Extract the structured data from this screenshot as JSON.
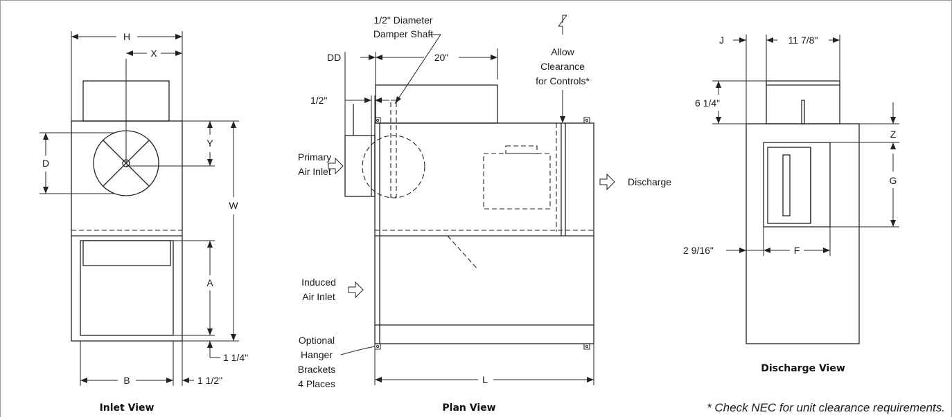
{
  "views": {
    "inlet": {
      "title": "Inlet View",
      "dims": {
        "H": "H",
        "X": "X",
        "Y": "Y",
        "D": "D",
        "W": "W",
        "A": "A",
        "B": "B",
        "one_quarter": "1 1/4\"",
        "one_half": "1 1/2\""
      }
    },
    "plan": {
      "title": "Plan View",
      "dims": {
        "DD": "DD",
        "twenty": "20\"",
        "half": "1/2\"",
        "L": "L"
      },
      "labels": {
        "damper_1": "1/2\" Diameter",
        "damper_2": "Damper Shaft",
        "allow_1": "Allow",
        "allow_2": "Clearance",
        "allow_3": "for Controls*",
        "primary_1": "Primary",
        "primary_2": "Air Inlet",
        "induced_1": "Induced",
        "induced_2": "Air Inlet",
        "discharge": "Discharge",
        "hanger_1": "Optional",
        "hanger_2": "Hanger",
        "hanger_3": "Brackets",
        "hanger_4": "4 Places"
      }
    },
    "discharge": {
      "title": "Discharge View",
      "dims": {
        "J": "J",
        "width": "11 7/8\"",
        "height": "6 1/4\"",
        "Z": "Z",
        "G": "G",
        "F": "F",
        "offset": "2 9/16\""
      }
    }
  },
  "footnote": "* Check NEC for unit clearance requirements."
}
